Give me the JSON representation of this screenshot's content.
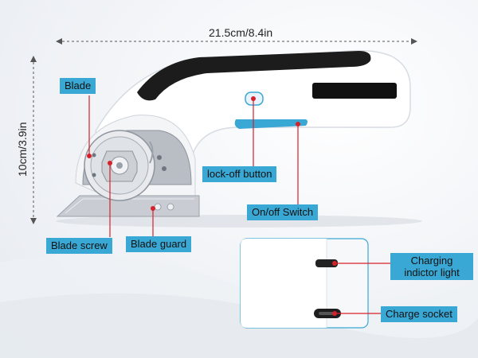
{
  "dimensions": {
    "width_label": "21.5cm/8.4in",
    "height_label": "10cm/3.9in"
  },
  "callouts": {
    "blade": "Blade",
    "lock_off_button": "lock-off button",
    "on_off_switch": "On/off Switch",
    "blade_screw": "Blade screw",
    "blade_guard": "Blade guard",
    "charging_indicator_light": "Charging indictor light",
    "charge_socket": "Charge socket"
  },
  "colors": {
    "accent": "#3aa8d4",
    "pointer": "#d6202a",
    "grip": "#1c1c1c",
    "body": "#ffffff"
  }
}
